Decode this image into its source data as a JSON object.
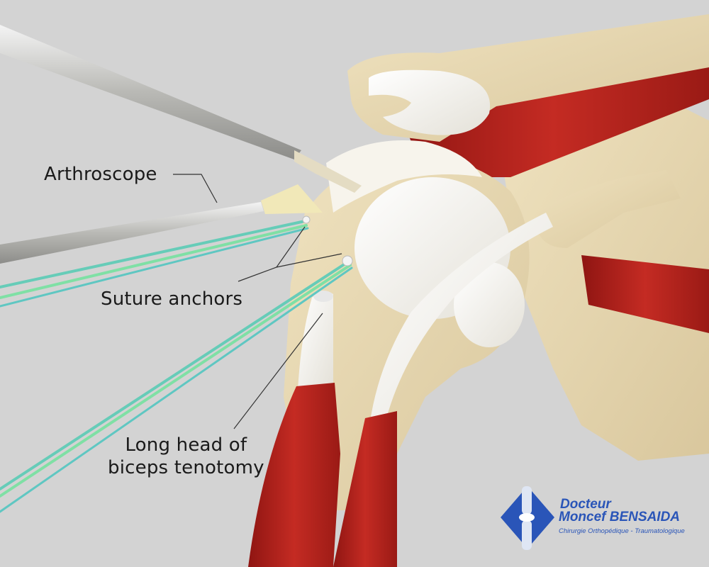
{
  "illustration": {
    "subject": "Shoulder arthroscopy anatomical illustration",
    "background_color": "#d3d3d3",
    "colors": {
      "bone": "#e6d6b0",
      "cartilage": "#f3f1ea",
      "muscle": "#b8231f",
      "suture": "#6fd2c0",
      "instrument": "#c6c6c2",
      "leader_line": "#333333"
    }
  },
  "labels": {
    "arthroscope": "Arthroscope",
    "suture_anchors": "Suture anchors",
    "biceps_line1": "Long head of",
    "biceps_line2": "biceps tenotomy"
  },
  "logo": {
    "line1": "Docteur",
    "line2": "Moncef BENSAIDA",
    "line3": "Chirurgie Orthopédique - Traumatologique",
    "color": "#2a55b8"
  }
}
